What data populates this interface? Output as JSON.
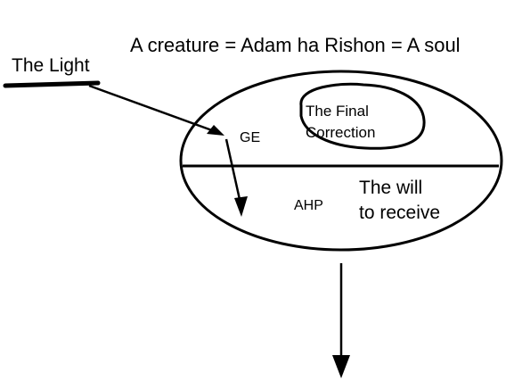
{
  "title": "A creature = Adam ha Rishon = A soul",
  "light_label": "The Light",
  "upper_label": "GE",
  "inner_label_line1": "The Final",
  "inner_label_line2": "Correction",
  "lower_label": "AHP",
  "lower_text_line1": "The will",
  "lower_text_line2": "to receive",
  "colors": {
    "ink": "#000000",
    "background": "#ffffff"
  }
}
